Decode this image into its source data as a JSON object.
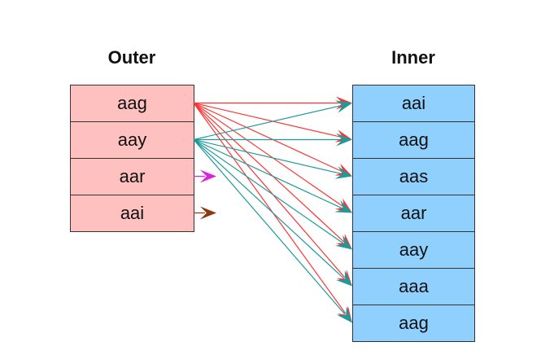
{
  "outer": {
    "title": "Outer",
    "rows": [
      "aag",
      "aay",
      "aar",
      "aai"
    ],
    "fill": "#ffc0c0"
  },
  "inner": {
    "title": "Inner",
    "rows": [
      "aai",
      "aag",
      "aas",
      "aar",
      "aay",
      "aaa",
      "aag"
    ],
    "fill": "#8fd0ff"
  },
  "edges": [
    {
      "from": 0,
      "to": [
        0,
        1,
        2,
        3,
        4,
        5,
        6
      ],
      "color": "#ff3333"
    },
    {
      "from": 1,
      "to": [
        0,
        1,
        2,
        3,
        4,
        5,
        6
      ],
      "color": "#1e9a9a"
    }
  ],
  "stubs": [
    {
      "from": 2,
      "color": "#e020e0"
    },
    {
      "from": 3,
      "color": "#8b3a10"
    }
  ]
}
